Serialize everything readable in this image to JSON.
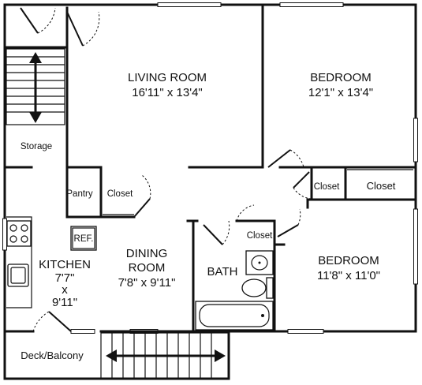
{
  "rooms": {
    "living": {
      "name": "LIVING ROOM",
      "size": "16'11\" x 13'4\""
    },
    "bedroom1": {
      "name": "BEDROOM",
      "size": "12'1\" x 13'4\""
    },
    "bedroom2": {
      "name": "BEDROOM",
      "size": "11'8\" x 11'0\""
    },
    "dining": {
      "name1": "DINING",
      "name2": "ROOM",
      "size": "7'8\" x 9'11\""
    },
    "kitchen": {
      "name": "KITCHEN",
      "dim1": "7'7\"",
      "dim2": "x",
      "dim3": "9'11\""
    },
    "bath": {
      "name": "BATH"
    },
    "storage": {
      "name": "Storage"
    },
    "pantry": {
      "name": "Pantry"
    },
    "closet_kitchen": {
      "name": "Closet"
    },
    "closet_hall": {
      "name": "Closet"
    },
    "closet_bed1": {
      "name": "Closet"
    },
    "closet_bath": {
      "name": "Closet"
    },
    "deck": {
      "name": "Deck/Balcony"
    }
  },
  "fixtures": {
    "refrigerator": "REF."
  }
}
